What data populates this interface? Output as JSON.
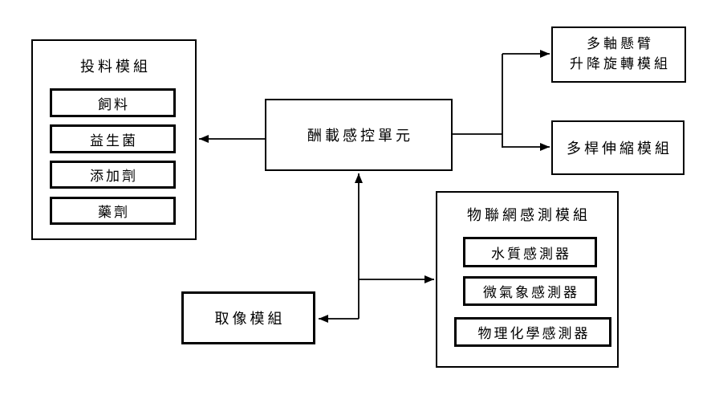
{
  "diagram": {
    "colors": {
      "background": "#ffffff",
      "line": "#000000",
      "text": "#000000"
    },
    "nodes": {
      "feeding_module": {
        "title": "投料模組",
        "items": [
          "飼料",
          "益生菌",
          "添加劑",
          "藥劑"
        ]
      },
      "payload_control": {
        "label": "酬載感控單元"
      },
      "multi_axis_arm": {
        "lines": [
          "多軸懸臂",
          "升降旋轉模組"
        ]
      },
      "multi_rod": {
        "label": "多桿伸縮模組"
      },
      "iot_module": {
        "title": "物聯網感測模組",
        "items": [
          "水質感測器",
          "微氣象感測器",
          "物理化學感測器"
        ]
      },
      "imaging_module": {
        "label": "取像模組"
      }
    }
  }
}
